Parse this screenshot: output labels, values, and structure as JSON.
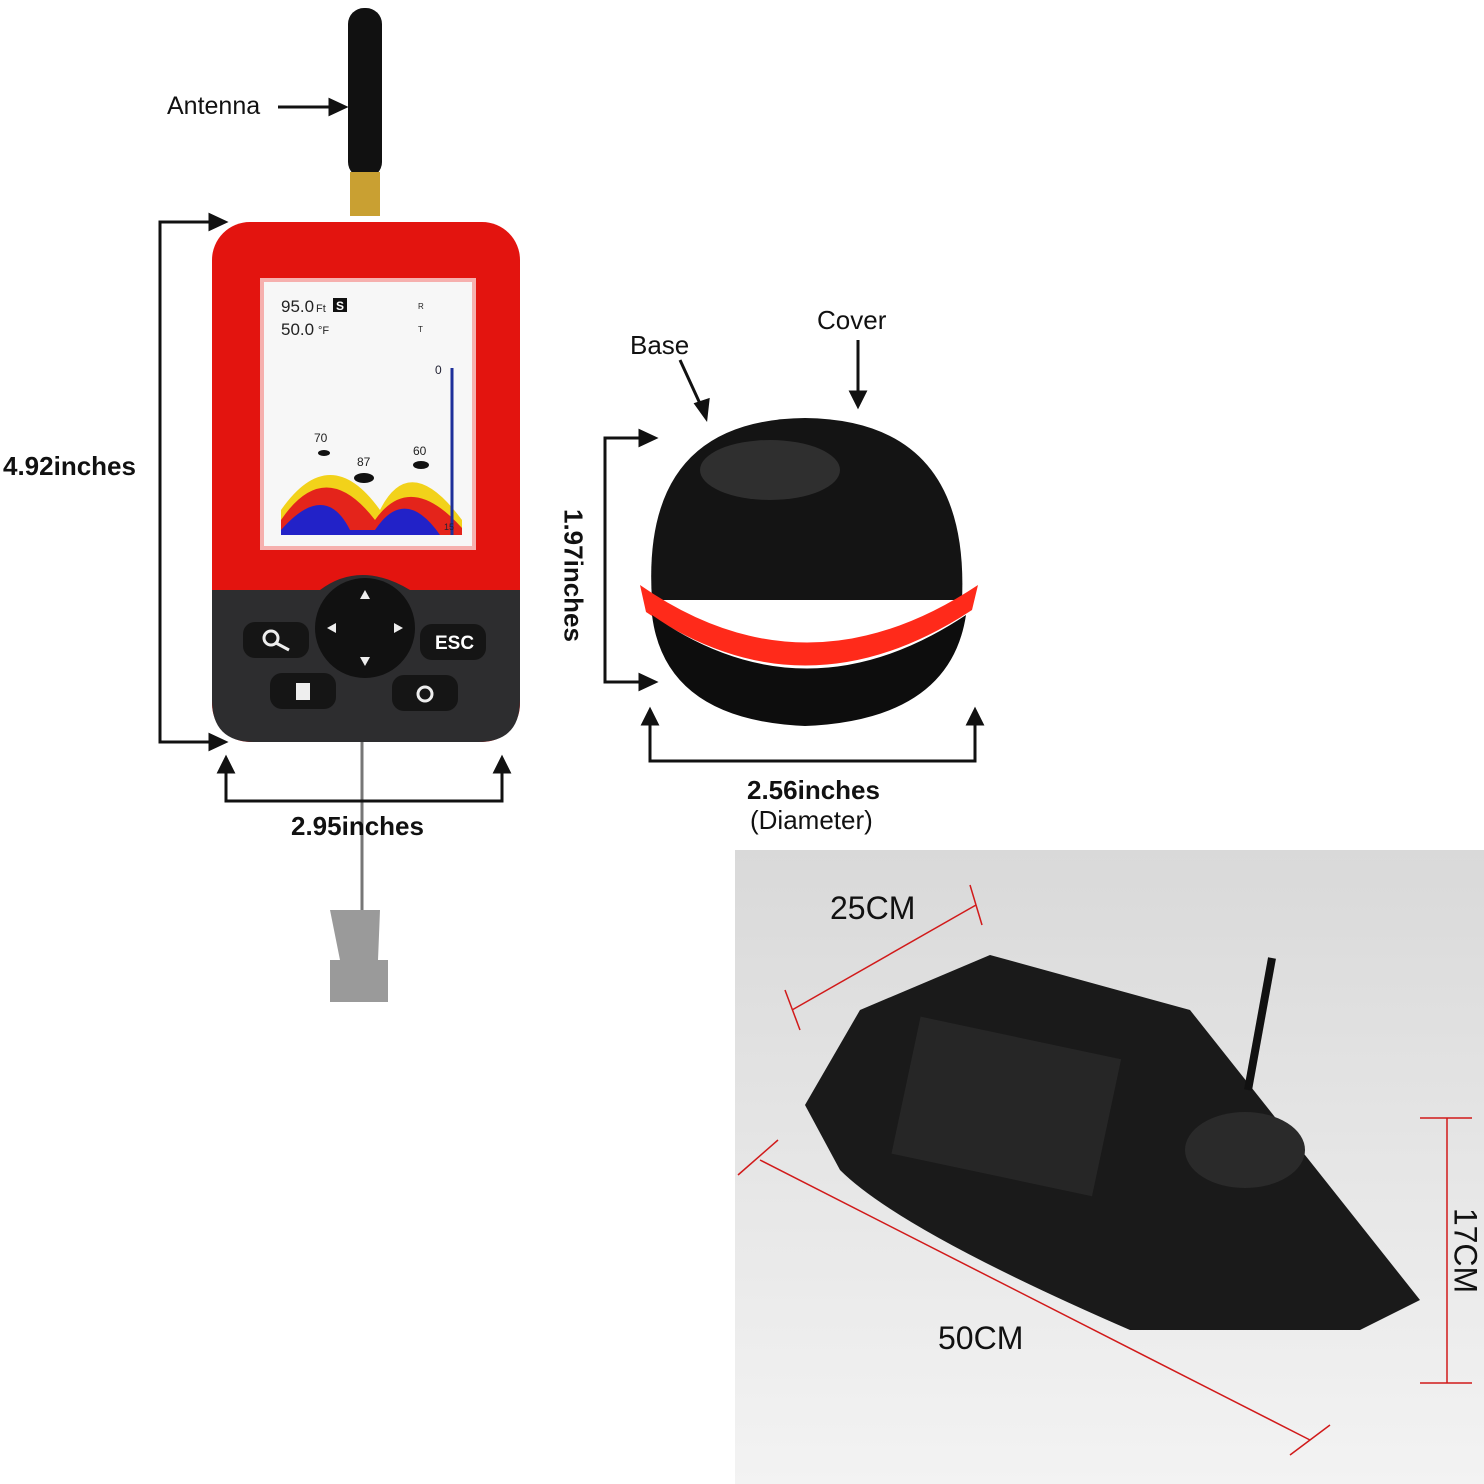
{
  "finder": {
    "antenna_label": "Antenna",
    "height_label": "4.92inches",
    "width_label": "2.95inches",
    "screen": {
      "depth": "95.0",
      "depth_unit": "Ft",
      "mode_badge": "S",
      "temperature": "50.0",
      "temp_unit": "°F",
      "scale_top": "0",
      "scale_bottom": "15",
      "fish_depths": [
        "70",
        "87",
        "60"
      ],
      "battery_badges": [
        "R",
        "T"
      ]
    },
    "buttons": {
      "zoom": "zoom-icon",
      "esc_label": "ESC",
      "menu": "menu-icon",
      "power": "power-icon"
    }
  },
  "sensor": {
    "base_label": "Base",
    "cover_label": "Cover",
    "height_label": "1.97inches",
    "diameter_label": "2.56inches",
    "diameter_note": "(Diameter)"
  },
  "boat": {
    "width_label": "25CM",
    "length_label": "50CM",
    "height_label": "17CM",
    "dimension_color": "#d11a1a"
  },
  "colors": {
    "finder_red": "#e3140f",
    "finder_dark": "#2d2d2f",
    "sensor_red": "#ff2a1a"
  }
}
